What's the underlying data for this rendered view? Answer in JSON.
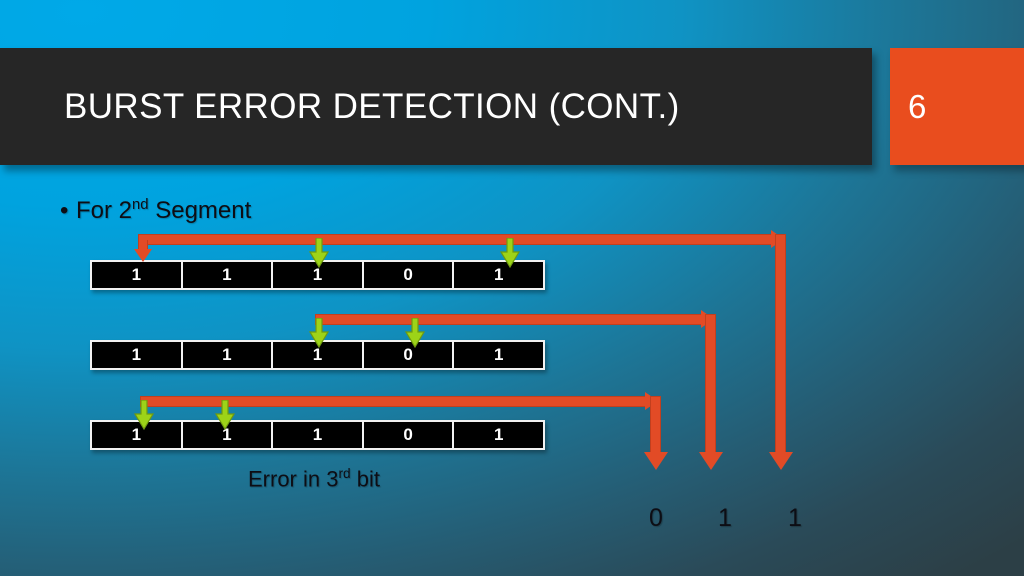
{
  "slide": {
    "title": "BURST ERROR DETECTION (CONT.)",
    "slide_number": "6",
    "colors": {
      "background_light": "#00a5e3",
      "background_dark": "#2c3f46",
      "title_bar": "#262626",
      "accent_orange": "#e94d1e",
      "connector_red": "#e24b26",
      "arrow_green": "#9dd318",
      "cell_fill": "#000000",
      "cell_border": "#f2f2f2"
    }
  },
  "bullet": {
    "marker": "•",
    "text_before": "For 2",
    "superscript": "nd",
    "text_after": " Segment"
  },
  "bit_rows": [
    {
      "name": "row-1",
      "bits": [
        "1",
        "1",
        "1",
        "0",
        "1"
      ],
      "green_arrow_cells": [
        3,
        5
      ],
      "red_arrow_cells": [
        1
      ],
      "line_start_cell": 1
    },
    {
      "name": "row-2",
      "bits": [
        "1",
        "1",
        "1",
        "0",
        "1"
      ],
      "green_arrow_cells": [
        3,
        4
      ],
      "red_arrow_cells": [],
      "line_start_cell": 3
    },
    {
      "name": "row-3",
      "bits": [
        "1",
        "1",
        "1",
        "0",
        "1"
      ],
      "green_arrow_cells": [
        1,
        2
      ],
      "red_arrow_cells": [],
      "line_start_cell": 1
    }
  ],
  "caption": {
    "text_before": "Error in 3",
    "superscript": "rd",
    "text_after": " bit"
  },
  "results": {
    "digits": [
      "0",
      "1",
      "1"
    ]
  }
}
